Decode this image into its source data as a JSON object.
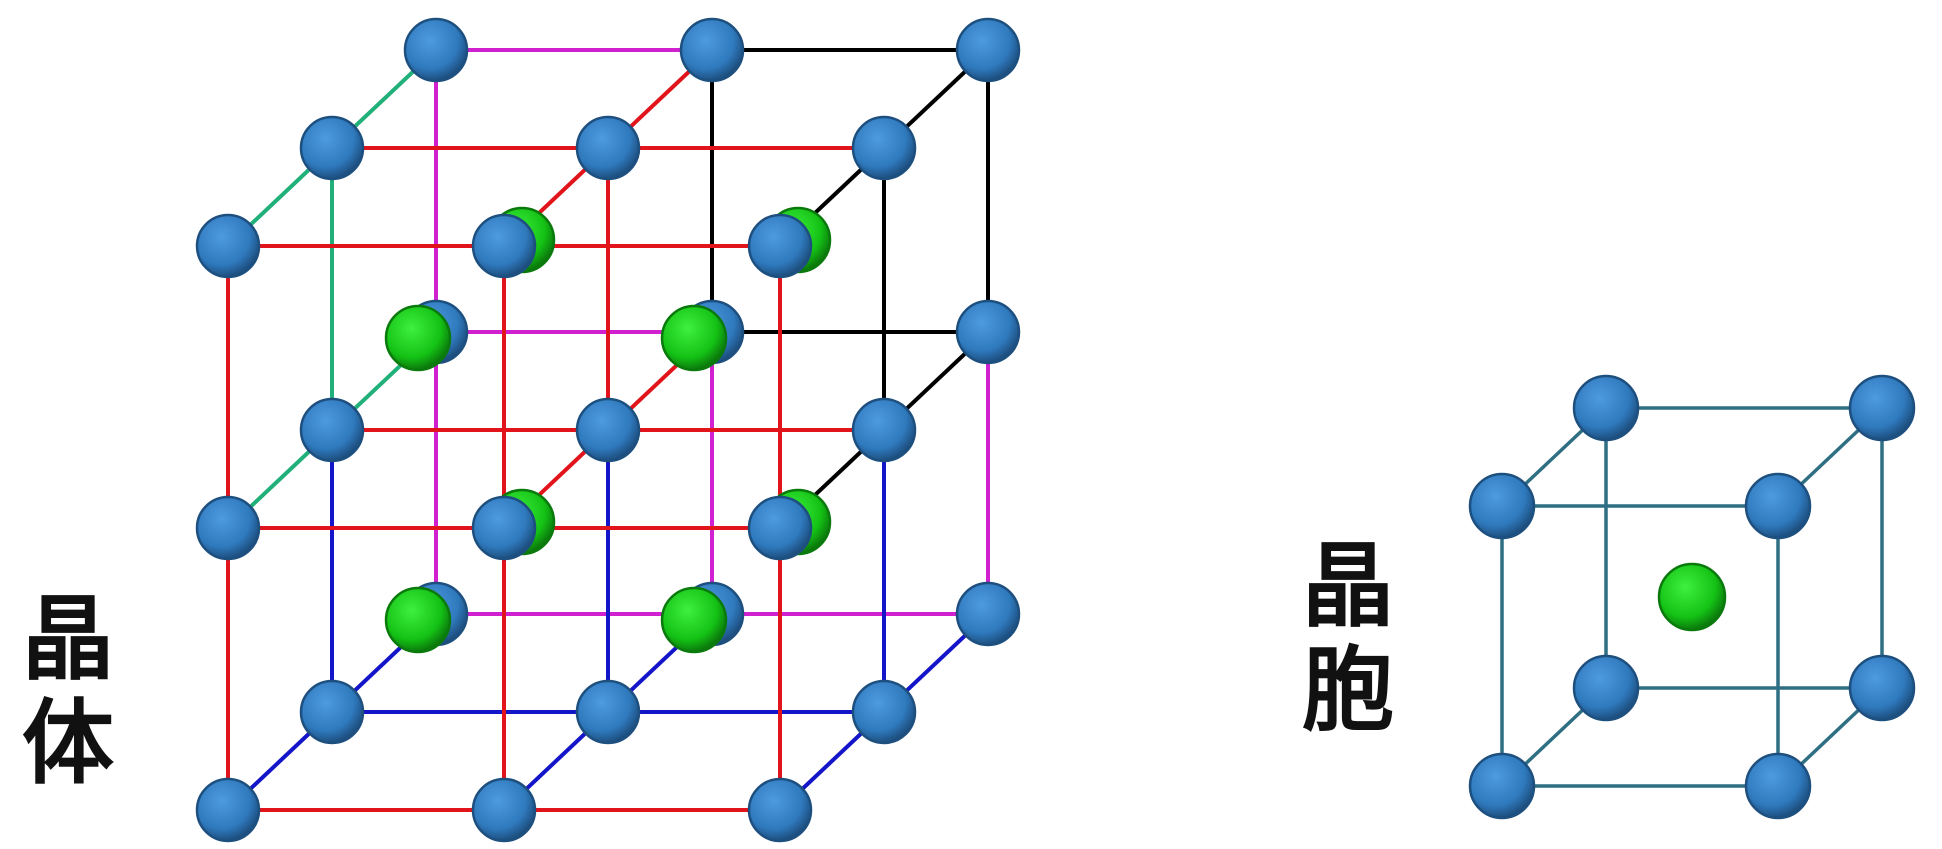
{
  "labels": {
    "crystal": [
      "晶",
      "体"
    ],
    "unit_cell": [
      "晶",
      "胞"
    ]
  },
  "colors": {
    "background": "#ffffff",
    "atom_blue": "#3b86c8",
    "atom_blue_dark": "#1d4f7f",
    "atom_green": "#19c21a",
    "atom_green_dark": "#0b7a0c",
    "edge_magenta": "#d020d0",
    "edge_black": "#000000",
    "edge_green": "#22b07a",
    "edge_red": "#e0141a",
    "edge_blue": "#1414c8",
    "edge_teal": "#2f6f83",
    "unit_cell_edge": "#2f6f83"
  },
  "crystal_lattice": {
    "description_type": "2x2x2 cubic arrangement of unit cells",
    "cells_per_edge": 2,
    "corner_atom": "blue",
    "body_center_atom": "green",
    "blue_atom_count": 27,
    "green_atom_count": 8
  },
  "unit_cell": {
    "corner_atom": "blue",
    "body_center_atom": "green",
    "corner_atom_count": 8,
    "center_atom_count": 1
  }
}
